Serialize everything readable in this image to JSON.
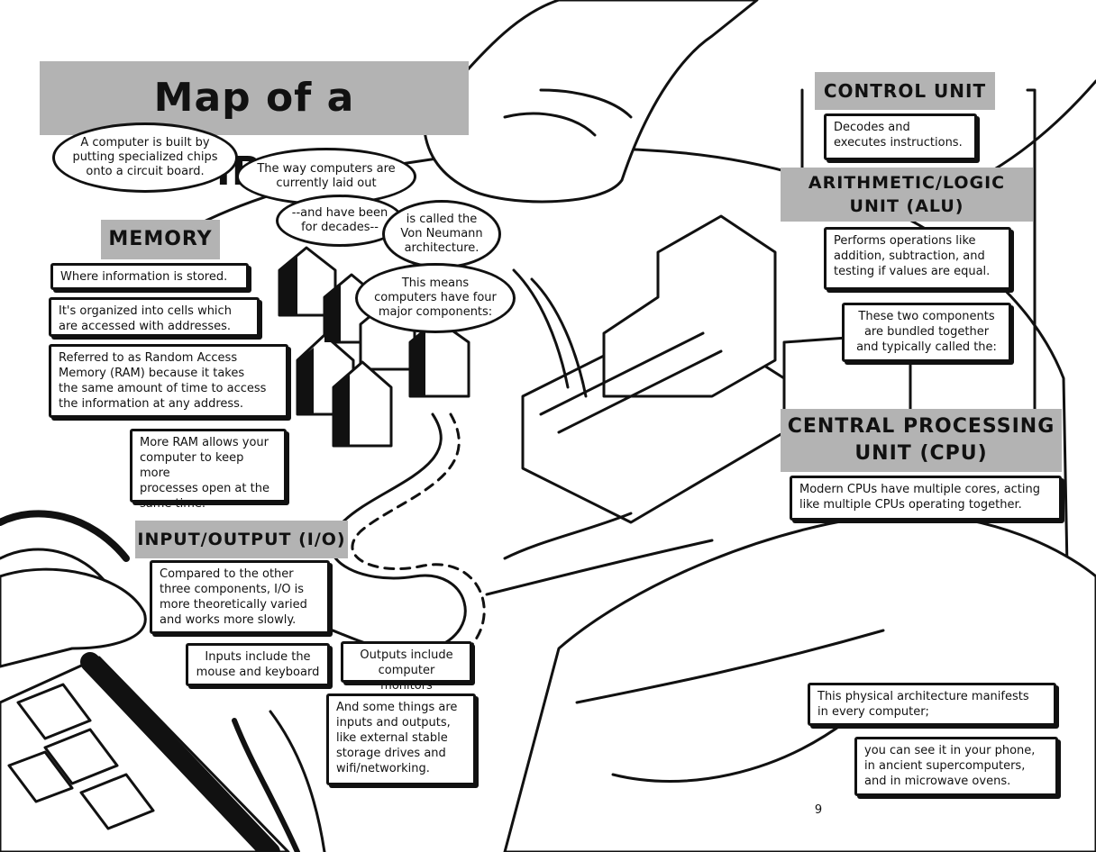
{
  "title": "Map of a COMPUTER",
  "intro": {
    "bubble_chips": "A computer is built by\nputting specialized chips\nonto a circuit board.",
    "bubble_layout": "The way computers are\ncurrently laid out",
    "bubble_decades": "--and have been\nfor decades--",
    "bubble_von_neumann": "is called the\nVon Neumann\narchitecture.",
    "bubble_four": "This means\ncomputers have four\nmajor components:"
  },
  "memory": {
    "label": "MEMORY",
    "notes": [
      "Where information is stored.",
      "It's organized into cells which\nare accessed with addresses.",
      "Referred to as Random Access\nMemory (RAM) because it takes\nthe same amount of time to access\nthe information at any address.",
      "More RAM allows your\ncomputer to keep more\nprocesses open at the\nsame time."
    ]
  },
  "io": {
    "label": "INPUT/OUTPUT (I/O)",
    "notes": [
      "Compared to the other\nthree components, I/O is\nmore theoretically varied\nand works more slowly.",
      "Inputs include the\nmouse and keyboard",
      "Outputs include\ncomputer monitors",
      "And some things are\ninputs and outputs,\nlike external stable\nstorage drives and\nwifi/networking."
    ]
  },
  "control_unit": {
    "label": "CONTROL UNIT",
    "note": "Decodes and\nexecutes instructions."
  },
  "alu": {
    "label": "ARITHMETIC/LOGIC\nUNIT (ALU)",
    "note": "Performs operations like\naddition, subtraction, and\ntesting if values are equal.",
    "bundle_note": "These two components\nare bundled together\nand typically called the:"
  },
  "cpu": {
    "label": "CENTRAL PROCESSING\nUNIT (CPU)",
    "note": "Modern CPUs have multiple cores, acting\nlike multiple CPUs operating together."
  },
  "closing": {
    "note1": "This physical architecture manifests\nin every computer;",
    "note2": "you can see it in your phone,\nin ancient supercomputers,\nand in microwave ovens."
  },
  "page_number": "9",
  "colors": {
    "ink": "#111111",
    "label_gray": "#b3b3b3",
    "paper": "#ffffff"
  }
}
